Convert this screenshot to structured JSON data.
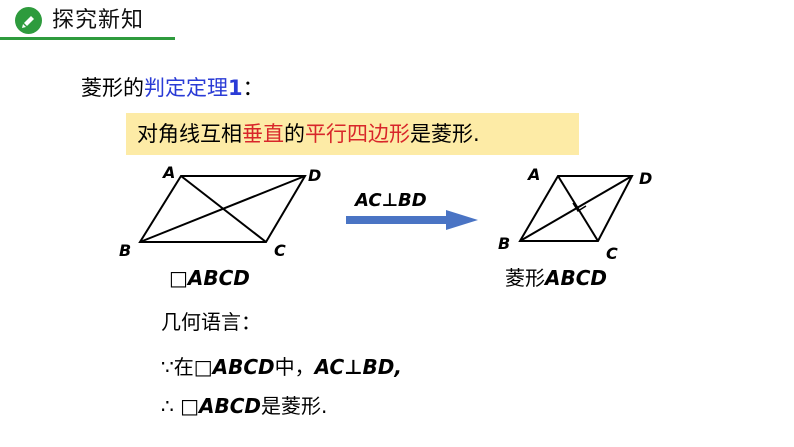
{
  "header": {
    "title": "探究新知",
    "accent": "#2e9b3d"
  },
  "theorem": {
    "prefix": "菱形的",
    "highlight": "判定定理",
    "number": "1",
    "suffix": "："
  },
  "statement": {
    "part1": "对角线互相",
    "part2": "垂直",
    "part3": "的",
    "part4": "平行四边形",
    "part5": "是菱形."
  },
  "figure_left": {
    "vertices": {
      "A": "A",
      "B": "B",
      "C": "C",
      "D": "D"
    },
    "caption_symbol": "□",
    "caption_name": "ABCD"
  },
  "transform_arrow": {
    "label": "AC⊥BD"
  },
  "figure_right": {
    "vertices": {
      "A": "A",
      "B": "B",
      "C": "C",
      "D": "D"
    },
    "caption_prefix": "菱形",
    "caption_name": "ABCD"
  },
  "proof": {
    "heading": "几何语言：",
    "line1_because": "∵",
    "line1_in": "在",
    "line1_symbol": "□",
    "line1_name": "ABCD",
    "line1_mid": "中，",
    "line1_condition": "AC⊥BD,",
    "line2_therefore": "∴",
    "line2_symbol": "□",
    "line2_name": "ABCD",
    "line2_end": "是菱形."
  },
  "colors": {
    "blue": "#2a3bd6",
    "red": "#d8262a",
    "box": "#fdeba6",
    "arrow": "#4a74c4"
  }
}
